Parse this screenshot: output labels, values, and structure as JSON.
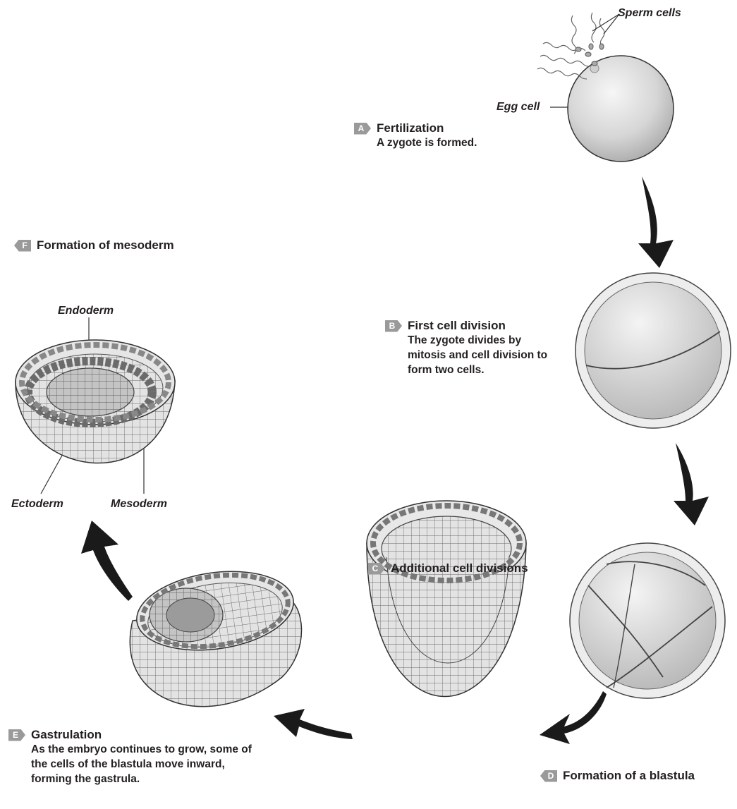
{
  "stages": {
    "a": {
      "letter": "A",
      "title": "Fertilization",
      "desc": "A zygote is formed."
    },
    "b": {
      "letter": "B",
      "title": "First cell division",
      "desc": "The zygote divides by mitosis and cell division to form two cells."
    },
    "c": {
      "letter": "C",
      "title": "Additional cell divisions"
    },
    "d": {
      "letter": "D",
      "title": "Formation of a blastula"
    },
    "e": {
      "letter": "E",
      "title": "Gastrulation",
      "desc": "As the embryo continues to grow, some of the cells of the blastula move inward, forming the gastrula."
    },
    "f": {
      "letter": "F",
      "title": "Formation of mesoderm"
    }
  },
  "labels": {
    "sperm": "Sperm cells",
    "egg": "Egg cell",
    "endoderm": "Endoderm",
    "ectoderm": "Ectoderm",
    "mesoderm": "Mesoderm"
  },
  "colors": {
    "arrow": "#1a1a1a",
    "tag": "#9a9a9a",
    "cell_fill": "#d9d9d9",
    "cell_stroke": "#555555"
  }
}
